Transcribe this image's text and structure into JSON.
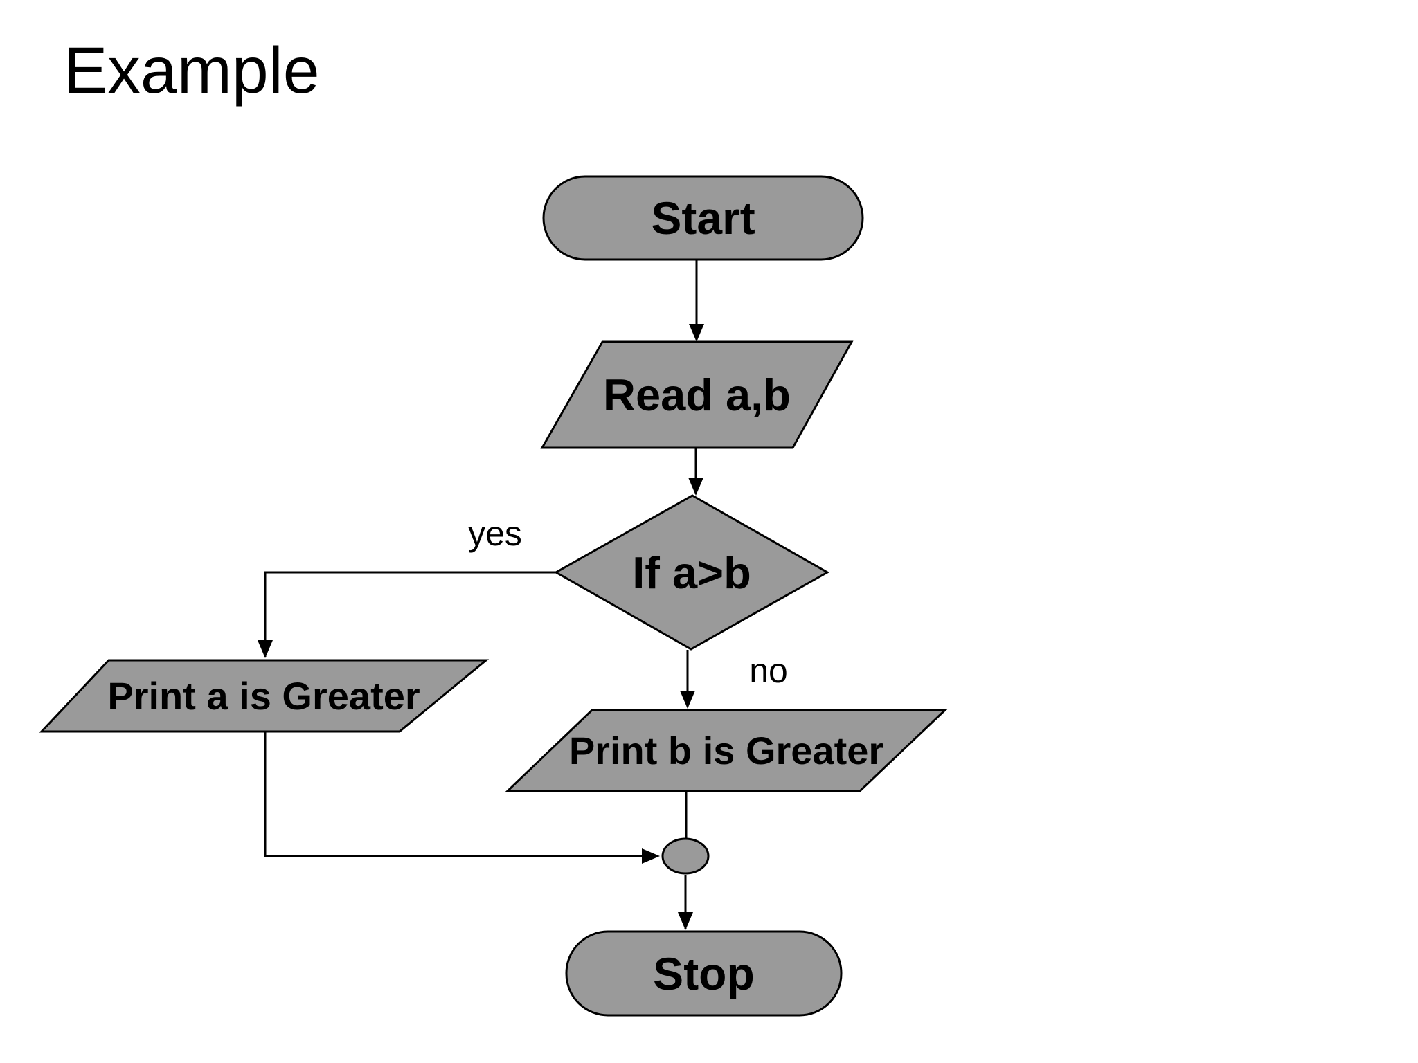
{
  "slide": {
    "title": "Example"
  },
  "flowchart": {
    "nodes": {
      "start": {
        "label": "Start",
        "type": "terminator"
      },
      "read": {
        "label": "Read a,b",
        "type": "input-output"
      },
      "decision": {
        "label": "If a>b",
        "type": "decision"
      },
      "print_a": {
        "label": "Print a is Greater",
        "type": "input-output"
      },
      "print_b": {
        "label": "Print b is Greater",
        "type": "input-output"
      },
      "stop": {
        "label": "Stop",
        "type": "terminator"
      }
    },
    "edge_labels": {
      "yes": "yes",
      "no": "no"
    },
    "colors": {
      "node_fill": "#9a9a9a",
      "node_border": "#000000",
      "line": "#000000",
      "text": "#000000",
      "background": "#ffffff"
    }
  }
}
